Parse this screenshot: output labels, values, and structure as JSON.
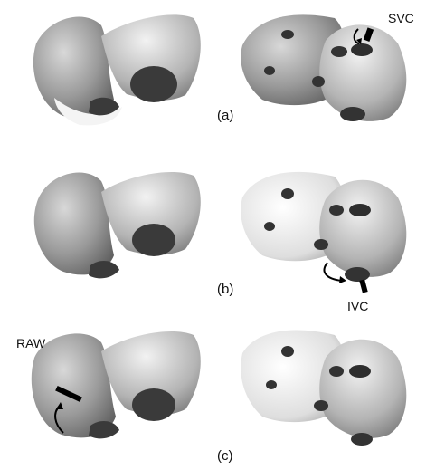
{
  "panels": [
    {
      "label": "(a)"
    },
    {
      "label": "(b)"
    },
    {
      "label": "(c)"
    }
  ],
  "annotations": {
    "svc": "SVC",
    "ivc": "IVC",
    "raw": "RAW"
  }
}
